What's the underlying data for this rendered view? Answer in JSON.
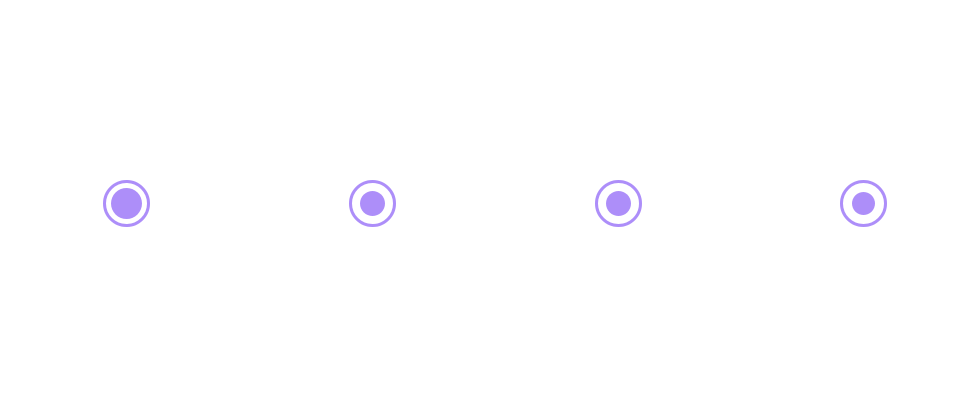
{
  "radios": {
    "accent_color": "#ad8ef9",
    "items": [
      {
        "state": "selected",
        "icon": "radio-filled-icon"
      },
      {
        "state": "selected",
        "icon": "radio-filled-icon"
      },
      {
        "state": "selected",
        "icon": "radio-filled-icon"
      },
      {
        "state": "selected",
        "icon": "radio-filled-icon"
      }
    ]
  }
}
